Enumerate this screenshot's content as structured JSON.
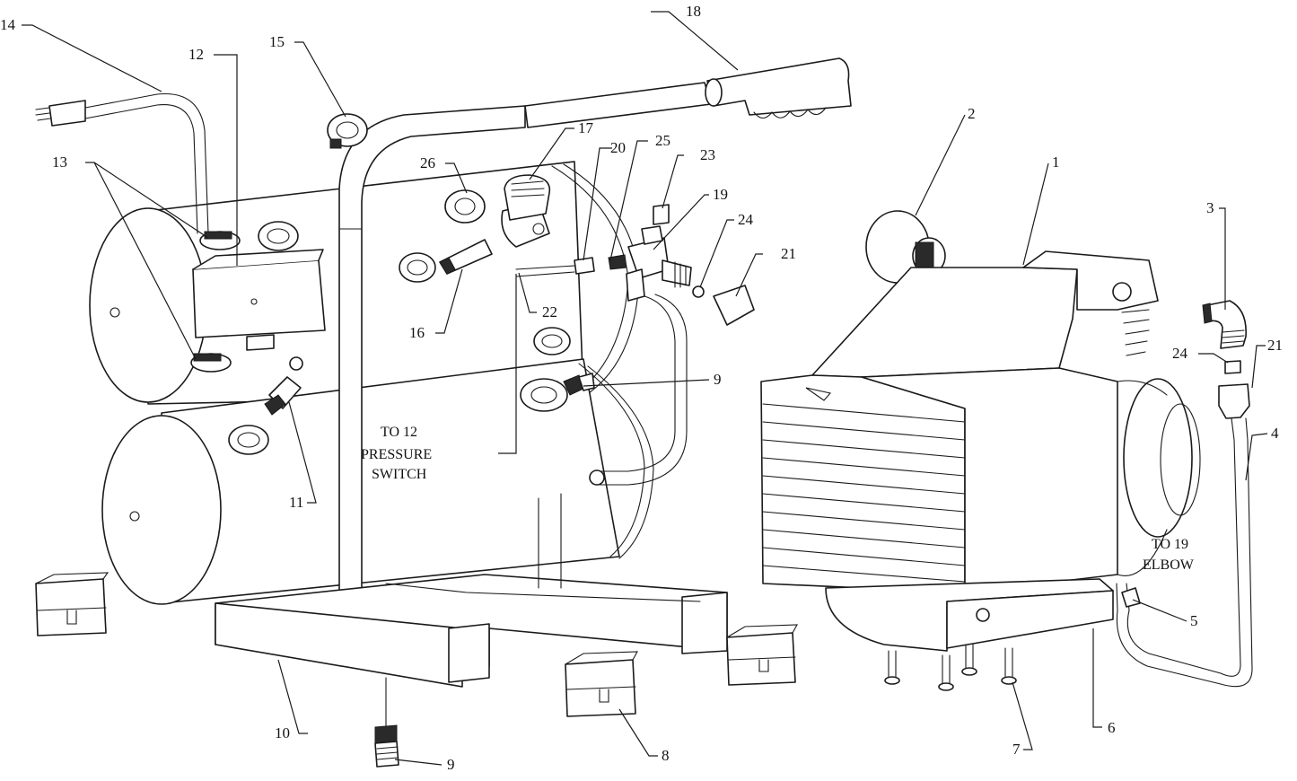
{
  "callouts": {
    "c1": "1",
    "c2": "2",
    "c3": "3",
    "c4": "4",
    "c5": "5",
    "c6": "6",
    "c7": "7",
    "c8": "8",
    "c9a": "9",
    "c9b": "9",
    "c10": "10",
    "c11": "11",
    "c12": "12",
    "c13": "13",
    "c14": "14",
    "c15": "15",
    "c16": "16",
    "c17": "17",
    "c18": "18",
    "c19": "19",
    "c20": "20",
    "c21a": "21",
    "c21b": "21",
    "c22": "22",
    "c23": "23",
    "c24a": "24",
    "c24b": "24",
    "c25": "25",
    "c26": "26"
  },
  "notes": {
    "pressure_switch": [
      "TO 12",
      "PRESSURE",
      "SWITCH"
    ],
    "elbow": [
      "TO 19",
      "ELBOW"
    ]
  }
}
